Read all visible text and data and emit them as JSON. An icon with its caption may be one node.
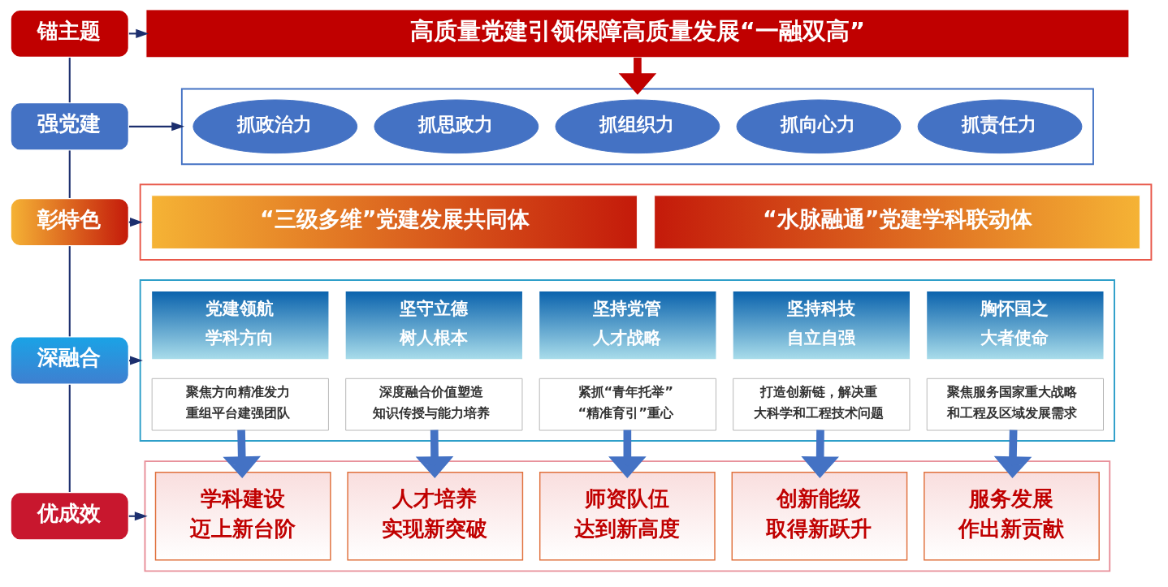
{
  "diagram": {
    "nodes": [
      {
        "text": [
          "锚主题"
        ]
      },
      {
        "text": [
          "高质量党建引领保障高质量发展“一融双高”"
        ]
      },
      {
        "text": [
          "强党建"
        ]
      },
      {
        "text": [],
        "shape": "box"
      },
      {
        "text": [
          "抓政治力"
        ],
        "in": 3
      },
      {
        "text": [
          "抓思政力"
        ],
        "in": 3
      },
      {
        "text": [
          "抓组织力"
        ],
        "in": 3
      },
      {
        "text": [
          "抓向心力"
        ],
        "in": 3
      },
      {
        "text": [
          "抓责任力"
        ],
        "in": 3
      },
      {
        "text": [
          "彰特色"
        ]
      },
      {
        "text": [],
        "shape": "box"
      },
      {
        "text": [
          "“三级多维”党建发展共同体"
        ],
        "in": 10
      },
      {
        "text": [
          "“水脉融通”党建学科联动体"
        ],
        "in": 10
      },
      {
        "text": [
          "深融合"
        ]
      },
      {
        "text": [],
        "shape": "box"
      },
      {
        "text": [
          "党建领航学科方向",
          "聚焦方向精准发力重组平台建强团队"
        ],
        "in": 14
      },
      {
        "text": [
          "坚守立德树人根本",
          "深度融合价值塑造知识传授与能力培养"
        ],
        "in": 14
      },
      {
        "text": [
          "坚持党管人才战略",
          "紧抓“青年托举”“精准育引”重心"
        ],
        "in": 14
      },
      {
        "text": [
          "坚持科技自立自强",
          "打造创新链，解决重大科学和工程技术问题"
        ],
        "in": 14
      },
      {
        "text": [
          "胸怀国之大者使命",
          "聚焦服务国家重大战略和工程及区域发展需求"
        ],
        "in": 14
      },
      {
        "text": [
          "优成效"
        ]
      },
      {
        "text": [],
        "shape": "box"
      },
      {
        "text": [
          "学科建设迈上新台阶"
        ],
        "in": 21
      },
      {
        "text": [
          "人才培养实现新突破"
        ],
        "in": 21
      },
      {
        "text": [
          "师资队伍达到新高度"
        ],
        "in": 21
      },
      {
        "text": [
          "创新能级取得新跃升"
        ],
        "in": 21
      },
      {
        "text": [
          "服务发展作出新贡献"
        ],
        "in": 21
      }
    ],
    "edges": [
      {
        "from": 0,
        "to": 1,
        "arrow": "to"
      },
      {
        "from": 1,
        "to": 3,
        "arrow": "to",
        "style": "thick",
        "color": "#c00000"
      },
      {
        "from": 0,
        "to": 2,
        "arrow": "none"
      },
      {
        "from": 2,
        "to": 3,
        "arrow": "to"
      },
      {
        "from": 2,
        "to": 9,
        "arrow": "none"
      },
      {
        "from": 9,
        "to": 10,
        "arrow": "to"
      },
      {
        "from": 9,
        "to": 13,
        "arrow": "none"
      },
      {
        "from": 13,
        "to": 14,
        "arrow": "to"
      },
      {
        "from": 15,
        "to": 22,
        "arrow": "to",
        "style": "thick",
        "color": "#4472c4"
      },
      {
        "from": 16,
        "to": 23,
        "arrow": "to",
        "style": "thick",
        "color": "#4472c4"
      },
      {
        "from": 17,
        "to": 24,
        "arrow": "to",
        "style": "thick",
        "color": "#4472c4"
      },
      {
        "from": 18,
        "to": 25,
        "arrow": "to",
        "style": "thick",
        "color": "#4472c4"
      },
      {
        "from": 19,
        "to": 26,
        "arrow": "to",
        "style": "thick",
        "color": "#4472c4"
      },
      {
        "from": 13,
        "to": 20,
        "arrow": "none"
      },
      {
        "from": 20,
        "to": 21,
        "arrow": "to"
      }
    ]
  }
}
